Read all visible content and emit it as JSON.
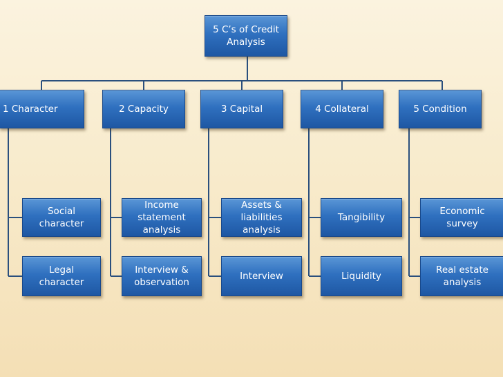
{
  "diagram": {
    "root": {
      "label": "5 C’s of Credit\nAnalysis"
    },
    "categories": [
      {
        "label": "1 Character",
        "items": [
          "Social character",
          "Legal character"
        ]
      },
      {
        "label": "2 Capacity",
        "items": [
          "Income\nstatement\nanalysis",
          "Interview &\nobservation"
        ]
      },
      {
        "label": "3 Capital",
        "items": [
          "Assets &\nliabilities\nanalysis",
          "Interview"
        ]
      },
      {
        "label": "4 Collateral",
        "items": [
          "Tangibility",
          "Liquidity"
        ]
      },
      {
        "label": "5 Condition",
        "items": [
          "Economic survey",
          "Real estate\nanalysis"
        ]
      }
    ]
  },
  "colors": {
    "box_fill": "#2f70bf",
    "connector": "#2a4f7d",
    "background": "#f8ebcc"
  }
}
